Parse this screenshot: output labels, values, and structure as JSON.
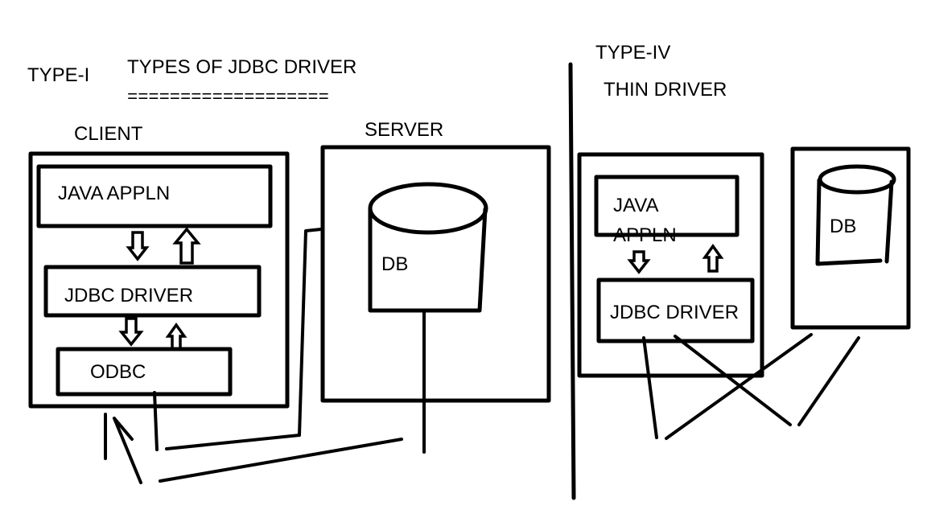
{
  "labels": {
    "type_one": "TYPE-I",
    "title": "TYPES OF JDBC DRIVER",
    "underline": "===================",
    "client": "CLIENT",
    "server": "SERVER",
    "type_four": "TYPE-IV",
    "thin_driver": "THIN DRIVER"
  },
  "type_one_client": {
    "java_appln": "JAVA APPLN",
    "jdbc_driver": "JDBC DRIVER",
    "odbc": "ODBC"
  },
  "type_one_server": {
    "db": "DB"
  },
  "type_four_client": {
    "java_appln_line1": "JAVA",
    "java_appln_line2": "APPLN",
    "jdbc_driver": "JDBC DRIVER"
  },
  "type_four_server": {
    "db": "DB"
  }
}
